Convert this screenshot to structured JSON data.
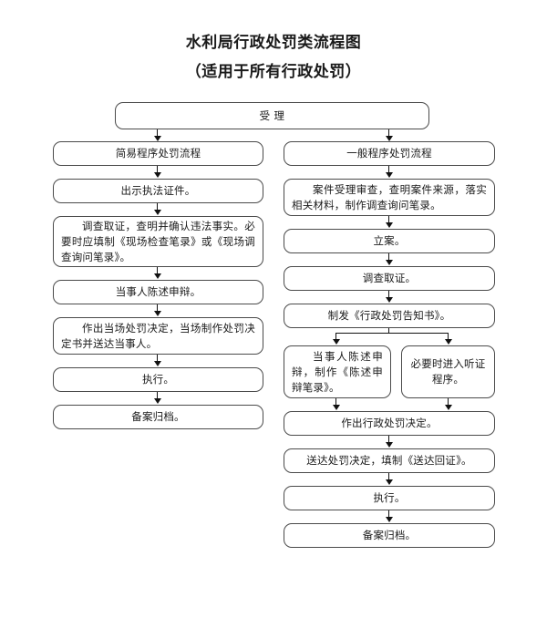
{
  "title": {
    "main": "水利局行政处罚类流程图",
    "sub": "（适用于所有行政处罚）"
  },
  "flowchart": {
    "type": "flowchart",
    "root": {
      "label": "受    理"
    },
    "branches": [
      {
        "name": "simple-procedure",
        "header": "简易程序处罚流程",
        "steps": [
          "出示执法证件。",
          "调查取证，查明并确认违法事实。必要时应填制《现场检查笔录》或《现场调查询问笔录》。",
          "当事人陈述申辩。",
          "作出当场处罚决定，当场制作处罚决定书并送达当事人。",
          "执行。",
          "备案归档。"
        ]
      },
      {
        "name": "general-procedure",
        "header": "一般程序处罚流程",
        "steps": [
          "案件受理审查，查明案件来源，落实相关材料，制作调查询问笔录。",
          "立案。",
          "调查取证。",
          "制发《行政处罚告知书》。"
        ],
        "parallel": [
          "当事人陈述申辩，制作《陈述申辩笔录》。",
          "必要时进入听证程序。"
        ],
        "steps_after": [
          "作出行政处罚决定。",
          "送达处罚决定，填制《送达回证》。",
          "执行。",
          "备案归档。"
        ]
      }
    ]
  },
  "colors": {
    "box_border": "#4a4a4a",
    "arrow": "#111111",
    "background": "#ffffff",
    "text": "#1a1a1a"
  }
}
